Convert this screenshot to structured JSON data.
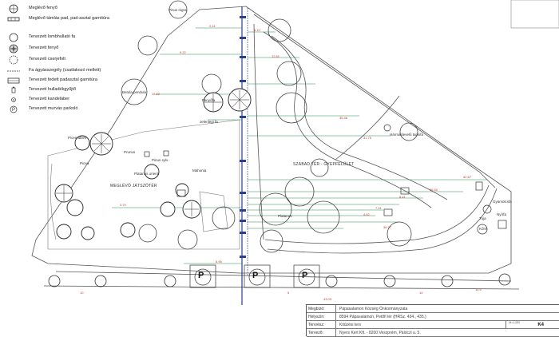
{
  "legend": {
    "items": [
      {
        "icon": "existing-tree-icon",
        "label": "Meglévő fenyő"
      },
      {
        "icon": "existing-bench-icon",
        "label": "Meglévő támlás pad, pad-asztal garnitúra"
      },
      {
        "icon": "planned-tree-icon",
        "label": "Tervezett lombhullató fa"
      },
      {
        "icon": "planned-conifer-icon",
        "label": "Tervezett fenyő"
      },
      {
        "icon": "planned-shrub-icon",
        "label": "Tervezett cserjefolt"
      },
      {
        "icon": "tree-curb-icon",
        "label": "Fa ágyásszegély (csatlakozó mellett)"
      },
      {
        "icon": "planned-bench-icon",
        "label": "Tervezett fedett padasztal garnitúra"
      },
      {
        "icon": "planned-bin-icon",
        "label": "Tervezett hulladékgyűjtő"
      },
      {
        "icon": "planned-lamp-icon",
        "label": "Tervezett kandeláber"
      },
      {
        "icon": "planned-parking-icon",
        "label": "Tervezett murvás parkoló"
      }
    ]
  },
  "plan_labels": {
    "playground": "MEGLÉVŐ JÁTSZÓTÉR",
    "lawn": "SZABAD TÉR - GYEPFELÜLET",
    "trees": [
      {
        "text": "Pinus nigra"
      },
      {
        "text": "Betula pendula"
      },
      {
        "text": "Platanus"
      },
      {
        "text": "Fenyőfa"
      },
      {
        "text": "Picea abies"
      },
      {
        "text": "Prunus"
      },
      {
        "text": "Pinus sylv."
      },
      {
        "text": "Mahonia"
      },
      {
        "text": "Jelenlegi fa"
      },
      {
        "text": "Picea"
      },
      {
        "text": "Platanus orient."
      },
      {
        "text": "Tuja"
      },
      {
        "text": "Nyírfa"
      },
      {
        "text": "Kőris"
      },
      {
        "text": "Gyümölcsfa"
      },
      {
        "text": "Hármaslevelű tapsifa"
      }
    ]
  },
  "parking_symbols": [
    "P",
    "P",
    "P"
  ],
  "dimensions": [
    "2.41",
    "9.22",
    "15.62",
    "6.10",
    "12.81",
    "35.46",
    "31.75",
    "42.67",
    "55.50",
    "8.41",
    "7.41",
    "4.62",
    "36.27",
    "10",
    "5",
    "14",
    "14.5",
    "43.03",
    "6.95",
    "3.70"
  ],
  "title_block": {
    "rows": [
      {
        "key": "Megbízó:",
        "value": "Pápasalamon Község Önkormányzata"
      },
      {
        "key": "Helyszín:",
        "value": "8594 Pápasalamon, Petőfi tér (HRSz. 434., 435.)"
      },
      {
        "key": "Tervrész:",
        "value": "Kitűzési terv"
      },
      {
        "key": "Tervező:",
        "value": "Nyers Kert Kft. - 8200 Veszprém, Pálóczi u. 5."
      }
    ],
    "code": "K4",
    "scale": "M=1:250"
  }
}
